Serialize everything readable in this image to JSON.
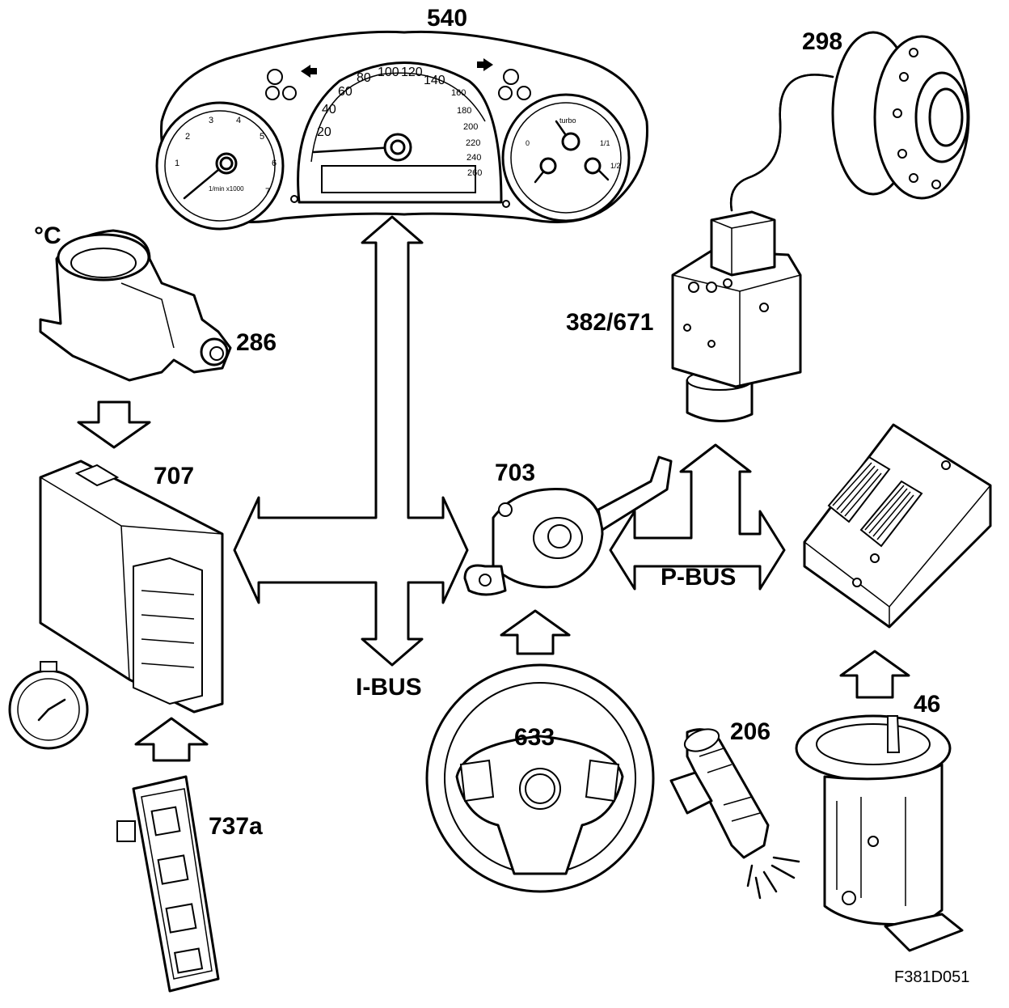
{
  "labels": {
    "instrument_cluster": "540",
    "wheel_sensor": "298",
    "temp_sensor": "286",
    "temp_symbol": "°C",
    "abs_unit": "382/671",
    "engine_ecu": "707",
    "steering_module": "703",
    "window_switch": "737a",
    "steering_wheel": "633",
    "injector": "206",
    "fuel_pump": "46",
    "ibus": "I-BUS",
    "pbus": "P-BUS",
    "figure_code": "F381D051"
  },
  "speedo_ticks": [
    "20",
    "40",
    "60",
    "80",
    "100",
    "120",
    "140",
    "160",
    "180",
    "200",
    "220",
    "240",
    "260"
  ],
  "tacho_ticks": [
    "1",
    "2",
    "3",
    "4",
    "5",
    "6",
    "7"
  ],
  "tacho_unit": "1/min x1000",
  "turbo_label": "turbo",
  "fuel_marks": [
    "0",
    "1/1",
    "1/2"
  ]
}
